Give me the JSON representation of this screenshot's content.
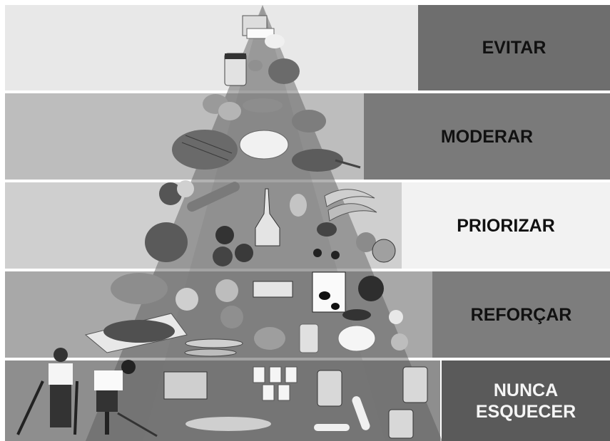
{
  "pyramid": {
    "levels": [
      {
        "label": "EVITAR",
        "label_bg": "#6e6e6e",
        "band_bg": "#e8e8e8",
        "label_color": "#111111"
      },
      {
        "label": "MODERAR",
        "label_bg": "#7a7a7a",
        "band_bg": "#bdbdbd",
        "label_color": "#111111"
      },
      {
        "label": "PRIORIZAR",
        "label_bg": "#f2f2f2",
        "band_bg": "#cfcfcf",
        "label_color": "#111111"
      },
      {
        "label": "REFORÇAR",
        "label_bg": "#7d7d7d",
        "band_bg": "#a8a8a8",
        "label_color": "#111111"
      },
      {
        "label_lines": [
          "NUNCA",
          "ESQUECER"
        ],
        "label_bg": "#5a5a5a",
        "band_bg": "#8e8e8e",
        "label_color": "#f5f5f5"
      }
    ]
  },
  "icons": {
    "level1": [
      "butter-icon",
      "jar-icon",
      "cake-icon"
    ],
    "level2": [
      "bread-icon",
      "potato-icon",
      "fruit-icon",
      "beans-icon"
    ],
    "level3": [
      "vegetables-icon",
      "oil-bottle-icon",
      "banana-icon",
      "orange-icon"
    ],
    "level4": [
      "meat-icon",
      "fish-icon",
      "milk-carton-icon",
      "cheese-icon"
    ],
    "level5": [
      "exercise-person-icon",
      "golfer-icon",
      "supplement-bottle-icon",
      "bone-icon"
    ]
  }
}
